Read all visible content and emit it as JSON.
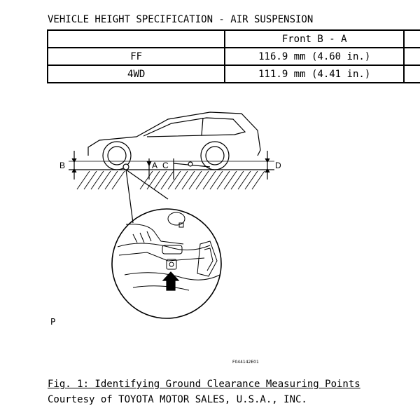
{
  "document": {
    "title": "VEHICLE HEIGHT SPECIFICATION - AIR SUSPENSION",
    "table": {
      "header": [
        "",
        "Front B - A",
        ""
      ],
      "rows": [
        [
          "FF",
          "116.9 mm (4.60 in.)",
          ""
        ],
        [
          "4WD",
          "111.9 mm (4.41 in.)",
          ""
        ]
      ]
    },
    "figure": {
      "labels": {
        "b": "B",
        "a": "A",
        "c": "C",
        "d": "D",
        "p": "P"
      },
      "code": "F044142E01"
    },
    "caption": "Fig. 1: Identifying Ground Clearance Measuring Points",
    "courtesy": "Courtesy of TOYOTA MOTOR SALES, U.S.A., INC."
  }
}
